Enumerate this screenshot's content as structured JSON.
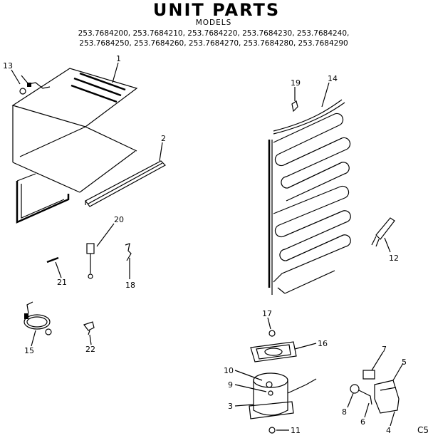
{
  "header": {
    "title": "UNIT PARTS",
    "models_label": "MODELS",
    "model_lines": [
      "253.7684200, 253.7684210, 253.7684220, 253.7684230, 253.7684240,",
      "253.7684250, 253.7684260, 253.7684270, 253.7684280, 253.7684290"
    ]
  },
  "callouts": {
    "c1": "1",
    "c2": "2",
    "c3": "3",
    "c4": "4",
    "c5": "5",
    "c6": "6",
    "c7": "7",
    "c8": "8",
    "c9": "9",
    "c10": "10",
    "c11": "11",
    "c12": "12",
    "c13": "13",
    "c14": "14",
    "c15": "15",
    "c16": "16",
    "c17": "17",
    "c18": "18",
    "c19": "19",
    "c20": "20",
    "c21": "21",
    "c22": "22"
  },
  "page_code": "C5"
}
